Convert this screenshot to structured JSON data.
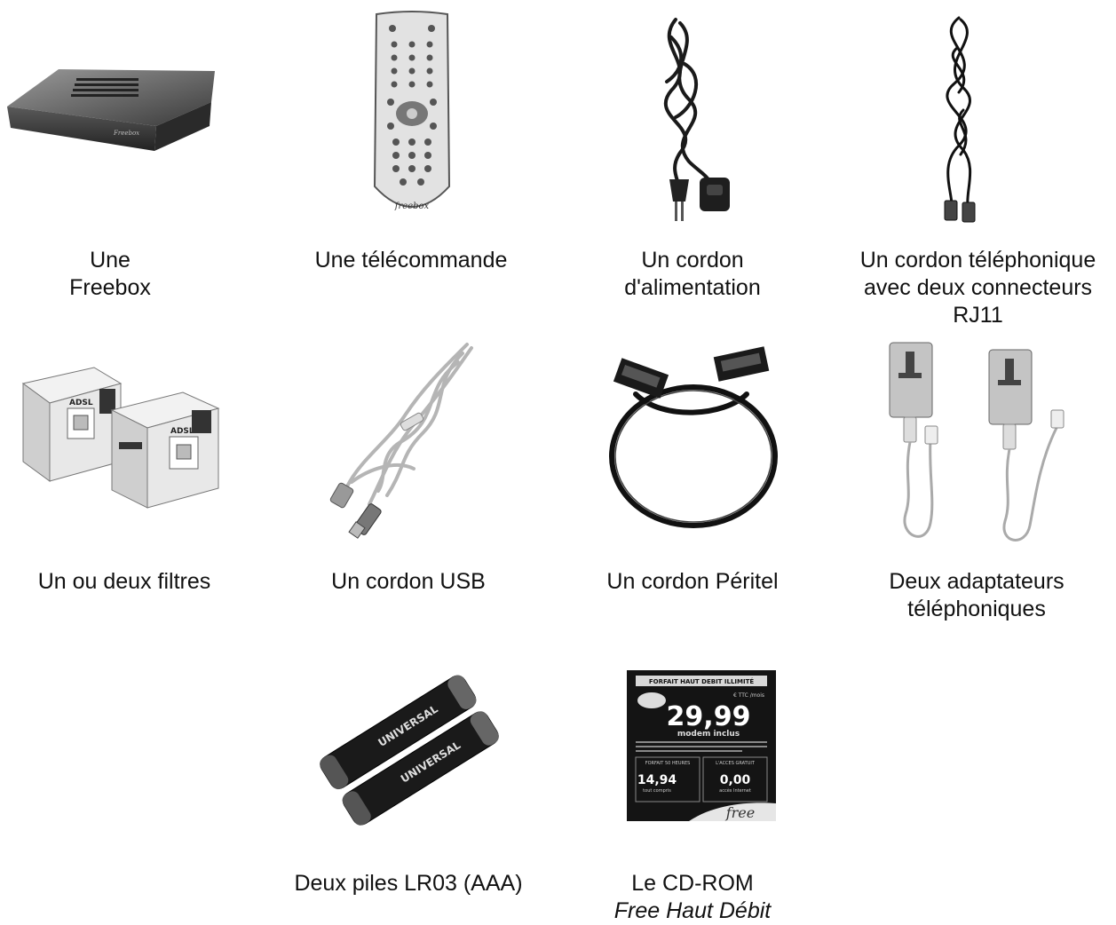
{
  "items": {
    "freebox": {
      "caption": [
        "Une Freebox"
      ],
      "logo_text": "Freebox"
    },
    "remote": {
      "caption": [
        "Une télécommande"
      ],
      "logo_text": "freebox"
    },
    "power_cord": {
      "caption": [
        "Un cordon",
        "d'alimentation"
      ]
    },
    "phone_cord": {
      "caption": [
        "Un cordon téléphonique",
        "avec deux connecteurs",
        "RJ11"
      ]
    },
    "filters": {
      "caption": [
        "Un ou deux filtres"
      ],
      "label": "ADSL"
    },
    "usb_cord": {
      "caption": [
        "Un cordon USB"
      ]
    },
    "peritel_cord": {
      "caption": [
        "Un cordon Péritel"
      ]
    },
    "adapters": {
      "caption": [
        "Deux adaptateurs",
        "téléphoniques"
      ]
    },
    "batteries": {
      "caption": [
        "Deux piles LR03 (AAA)"
      ],
      "brand": "UNIVERSAL"
    },
    "cdrom": {
      "caption": [
        "Le CD-ROM"
      ],
      "caption_italic": "Free Haut Débit",
      "sleeve": {
        "header": "FORFAIT HAUT DEBIT ILLIMITÉ",
        "price_unit": "€ TTC /mois",
        "price": "29,99",
        "price_note": "modem inclus",
        "left_header": "FORFAIT 50 HEURES",
        "left_price": "14,94",
        "left_note": "tout compris",
        "right_header": "L'ACCES GRATUIT",
        "right_price": "0,00",
        "right_note": "accès Internet",
        "brand": "free"
      }
    }
  }
}
